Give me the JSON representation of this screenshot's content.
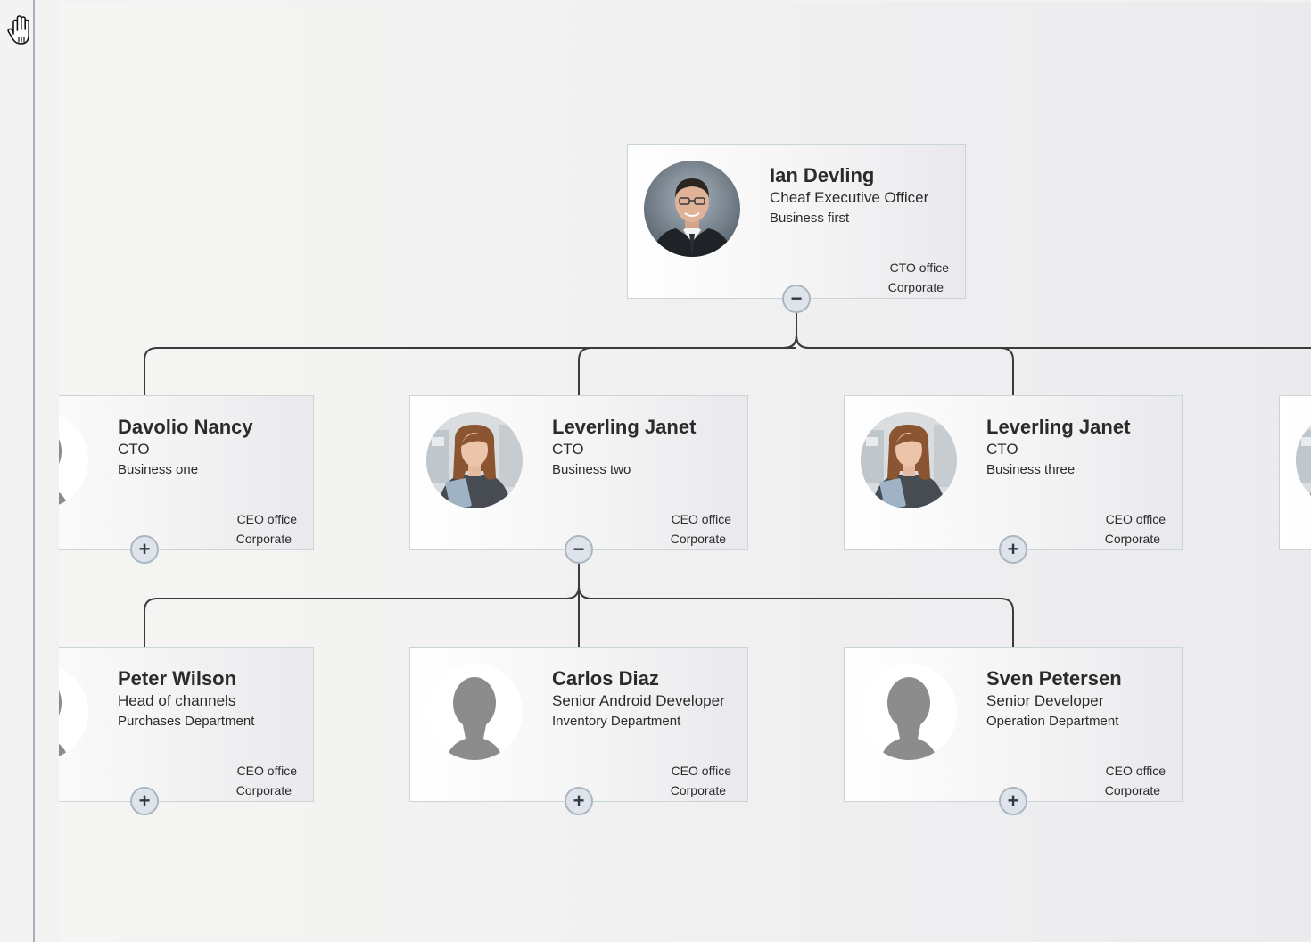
{
  "tool": {
    "pan_icon": "hand-pan-icon"
  },
  "nodes": {
    "root": {
      "name": "Ian Devling",
      "title": "Cheaf Executive Officer",
      "unit": "Business first",
      "office": "CTO office",
      "group": "Corporate",
      "avatar": "photo-man",
      "toggle": "−"
    },
    "l1a": {
      "name": "Davolio Nancy",
      "title": "CTO",
      "unit": "Business one",
      "office": "CEO office",
      "group": "Corporate",
      "avatar": "placeholder",
      "toggle": "+"
    },
    "l1b": {
      "name": "Leverling Janet",
      "title": "CTO",
      "unit": "Business two",
      "office": "CEO office",
      "group": "Corporate",
      "avatar": "photo-woman",
      "toggle": "−"
    },
    "l1c": {
      "name": "Leverling Janet",
      "title": "CTO",
      "unit": "Business three",
      "office": "CEO office",
      "group": "Corporate",
      "avatar": "photo-woman",
      "toggle": "+"
    },
    "l2a": {
      "name": "Peter Wilson",
      "title": "Head of channels",
      "unit": "Purchases Department",
      "office": "CEO office",
      "group": "Corporate",
      "avatar": "placeholder",
      "toggle": "+"
    },
    "l2b": {
      "name": "Carlos Diaz",
      "title": "Senior Android Developer",
      "unit": "Inventory Department",
      "office": "CEO office",
      "group": "Corporate",
      "avatar": "placeholder",
      "toggle": "+"
    },
    "l2c": {
      "name": "Sven Petersen",
      "title": "Senior Developer",
      "unit": "Operation Department",
      "office": "CEO office",
      "group": "Corporate",
      "avatar": "placeholder",
      "toggle": "+"
    }
  }
}
